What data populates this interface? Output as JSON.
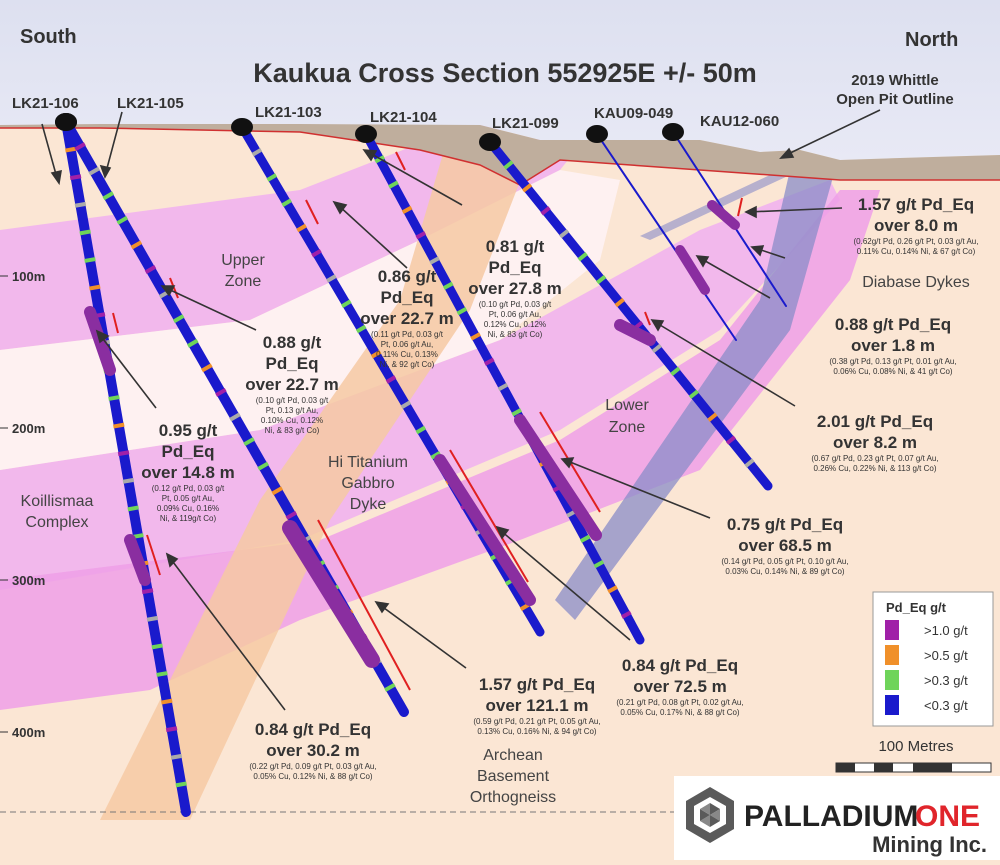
{
  "title": "Kaukua Cross Section 552925E +/- 50m",
  "directions": {
    "south": "South",
    "north": "North"
  },
  "whittle": [
    "2019 Whittle",
    "Open Pit Outline"
  ],
  "depth_labels": [
    "100m",
    "200m",
    "300m",
    "400m"
  ],
  "holes": [
    "LK21-106",
    "LK21-105",
    "LK21-103",
    "LK21-104",
    "LK21-099",
    "KAU09-049",
    "KAU12-060"
  ],
  "regions": {
    "upper_zone": [
      "Upper",
      "Zone"
    ],
    "lower_zone": [
      "Lower",
      "Zone"
    ],
    "hi_titanium": [
      "Hi Titanium",
      "Gabbro",
      "Dyke"
    ],
    "koillismaa": [
      "Koillismaa",
      "Complex"
    ],
    "diabase": "Diabase Dykes",
    "archean": [
      "Archean",
      "Basement",
      "Orthogneiss"
    ]
  },
  "intercepts": [
    {
      "lines": [
        "1.57 g/t Pd_Eq",
        "over 8.0 m"
      ],
      "detail": [
        "(0.62g/t Pd, 0.26 g/t Pt, 0.03 g/t Au,",
        "0.11% Cu, 0.14% Ni, & 67 g/t Co)"
      ]
    },
    {
      "lines": [
        "0.81 g/t",
        "Pd_Eq",
        "over 27.8 m"
      ],
      "detail": [
        "(0.10 g/t Pd, 0.03 g/t",
        "Pt, 0.06 g/t Au,",
        "0.12% Cu, 0.12%",
        "Ni, & 83 g/t Co)"
      ]
    },
    {
      "lines": [
        "0.86 g/t",
        "Pd_Eq",
        "over 22.7 m"
      ],
      "detail": [
        "(0.11 g/t Pd, 0.03 g/t",
        "Pt, 0.06 g/t Au,",
        "0.11% Cu, 0.13%",
        "Ni, & 92 g/t Co)"
      ]
    },
    {
      "lines": [
        "0.88 g/t",
        "Pd_Eq",
        "over 22.7 m"
      ],
      "detail": [
        "(0.10 g/t Pd, 0.03 g/t",
        "Pt, 0.13 g/t Au,",
        "0.10% Cu, 0.12%",
        "Ni, & 83 g/t Co)"
      ]
    },
    {
      "lines": [
        "0.88 g/t Pd_Eq",
        "over 1.8 m"
      ],
      "detail": [
        "(0.38 g/t Pd, 0.13 g/t Pt, 0.01 g/t Au,",
        "0.06% Cu, 0.08% Ni, & 41 g/t Co)"
      ]
    },
    {
      "lines": [
        "2.01 g/t Pd_Eq",
        "over 8.2 m"
      ],
      "detail": [
        "(0.67 g/t Pd, 0.23 g/t Pt, 0.07 g/t Au,",
        "0.26% Cu, 0.22% Ni, & 113 g/t Co)"
      ]
    },
    {
      "lines": [
        "0.95 g/t",
        "Pd_Eq",
        "over 14.8 m"
      ],
      "detail": [
        "(0.12 g/t Pd, 0.03 g/t",
        "Pt, 0.05 g/t Au,",
        "0.09% Cu, 0.16%",
        "Ni, & 119g/t Co)"
      ]
    },
    {
      "lines": [
        "0.75 g/t Pd_Eq",
        "over 68.5 m"
      ],
      "detail": [
        "(0.14 g/t Pd, 0.05 g/t Pt, 0.10 g/t Au,",
        "0.03% Cu, 0.14% Ni, & 89 g/t Co)"
      ]
    },
    {
      "lines": [
        "0.84 g/t Pd_Eq",
        "over 72.5 m"
      ],
      "detail": [
        "(0.21 g/t Pd, 0.08 g/t Pt, 0.02 g/t Au,",
        "0.05% Cu, 0.17% Ni, & 88 g/t Co)"
      ]
    },
    {
      "lines": [
        "1.57 g/t Pd_Eq",
        "over 121.1 m"
      ],
      "detail": [
        "(0.59 g/t Pd, 0.21 g/t Pt, 0.05 g/t Au,",
        "0.13% Cu, 0.16% Ni, & 94 g/t Co)"
      ]
    },
    {
      "lines": [
        "0.84 g/t Pd_Eq",
        "over 30.2 m"
      ],
      "detail": [
        "(0.22 g/t Pd, 0.09 g/t Pt, 0.03 g/t Au,",
        "0.05% Cu, 0.12% Ni, & 88 g/t Co)"
      ]
    }
  ],
  "legend": {
    "title": "Pd_Eq g/t",
    "items": [
      {
        "label": ">1.0 g/t",
        "color": "#a020a8"
      },
      {
        "label": ">0.5 g/t",
        "color": "#f0902a"
      },
      {
        "label": ">0.3 g/t",
        "color": "#6fd45a"
      },
      {
        "label": "<0.3 g/t",
        "color": "#1a1acc"
      }
    ]
  },
  "scale_label": "100 Metres",
  "logo": {
    "word1": "PALLADIUM",
    "word2": "ONE",
    "sub": "Mining Inc."
  }
}
